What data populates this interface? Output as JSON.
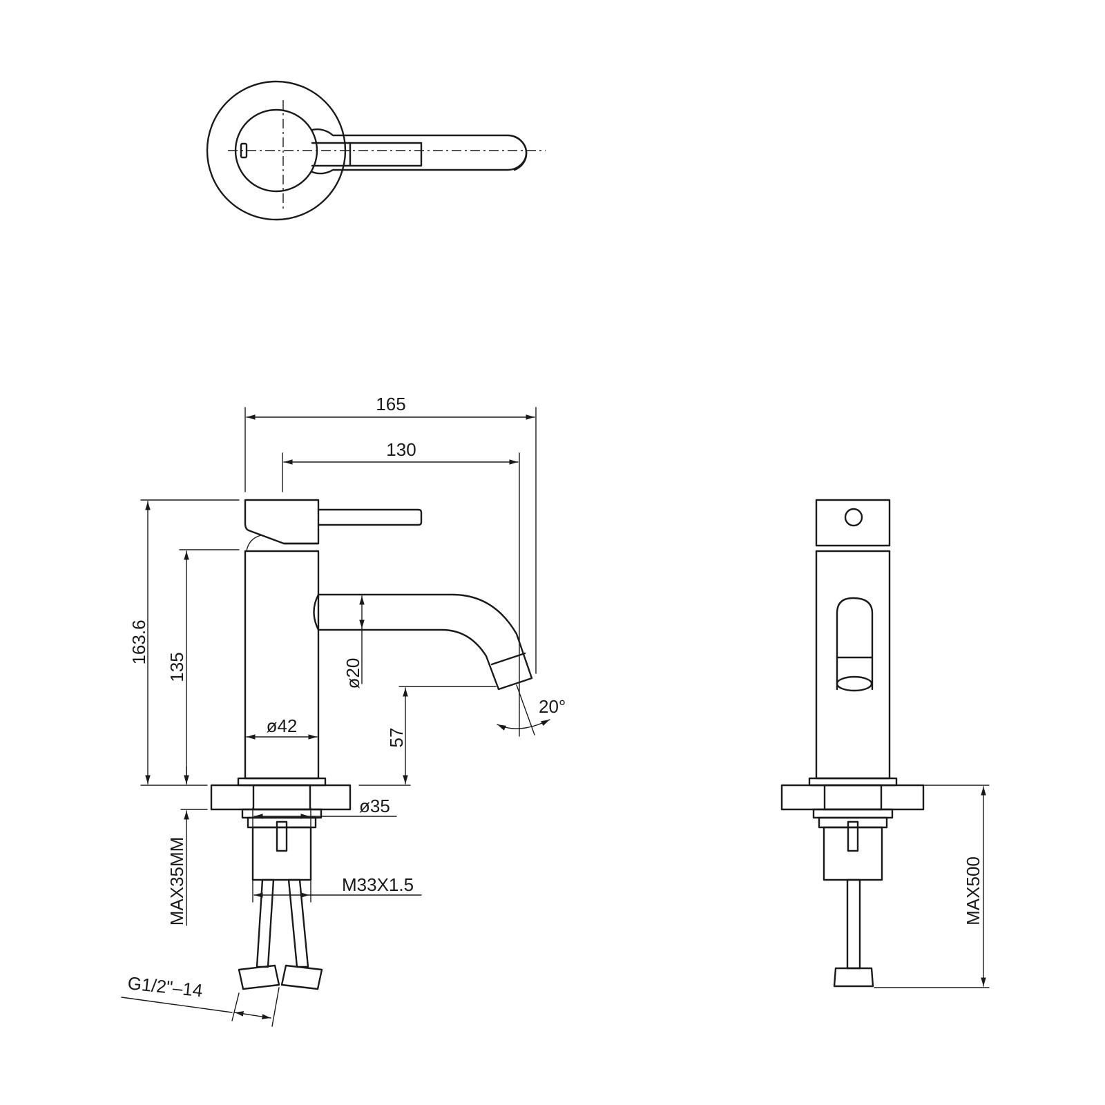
{
  "dimensions": {
    "overall_length": "165",
    "spout_reach": "130",
    "total_height": "163.6",
    "body_height": "135",
    "spout_diameter": "ø20",
    "body_diameter": "ø42",
    "spout_height": "57",
    "spout_angle": "20°",
    "shank_diameter": "ø35",
    "max_deck_thickness": "MAX35MM",
    "thread_spec": "M33X1.5",
    "hose_connector": "G1/2\"–14",
    "max_hose_length": "MAX500"
  },
  "colors": {
    "line": "#1a1a1a",
    "background": "#ffffff"
  }
}
